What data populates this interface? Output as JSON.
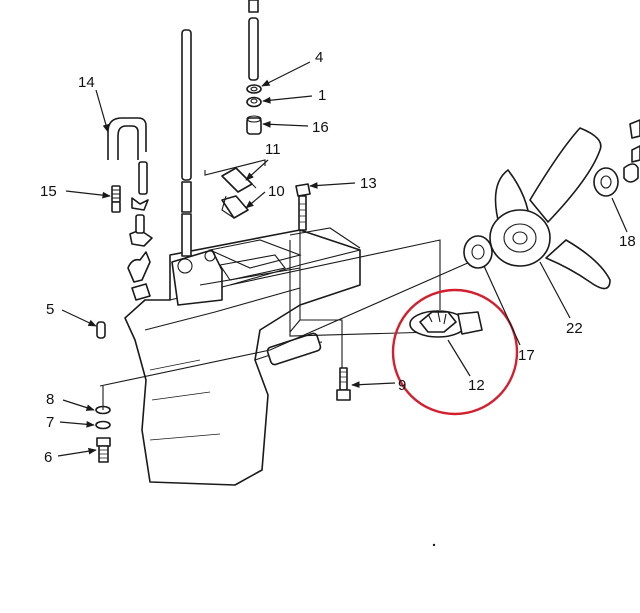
{
  "labels": {
    "p1": "1",
    "p4": "4",
    "p5": "5",
    "p6": "6",
    "p7": "7",
    "p8": "8",
    "p9": "9",
    "p10": "10",
    "p11": "11",
    "p12": "12",
    "p13": "13",
    "p14": "14",
    "p15": "15",
    "p16": "16",
    "p17": "17",
    "p18": "18",
    "p22": "22"
  },
  "highlight_color": "#d2202f",
  "line_color": "#1a1a1a"
}
